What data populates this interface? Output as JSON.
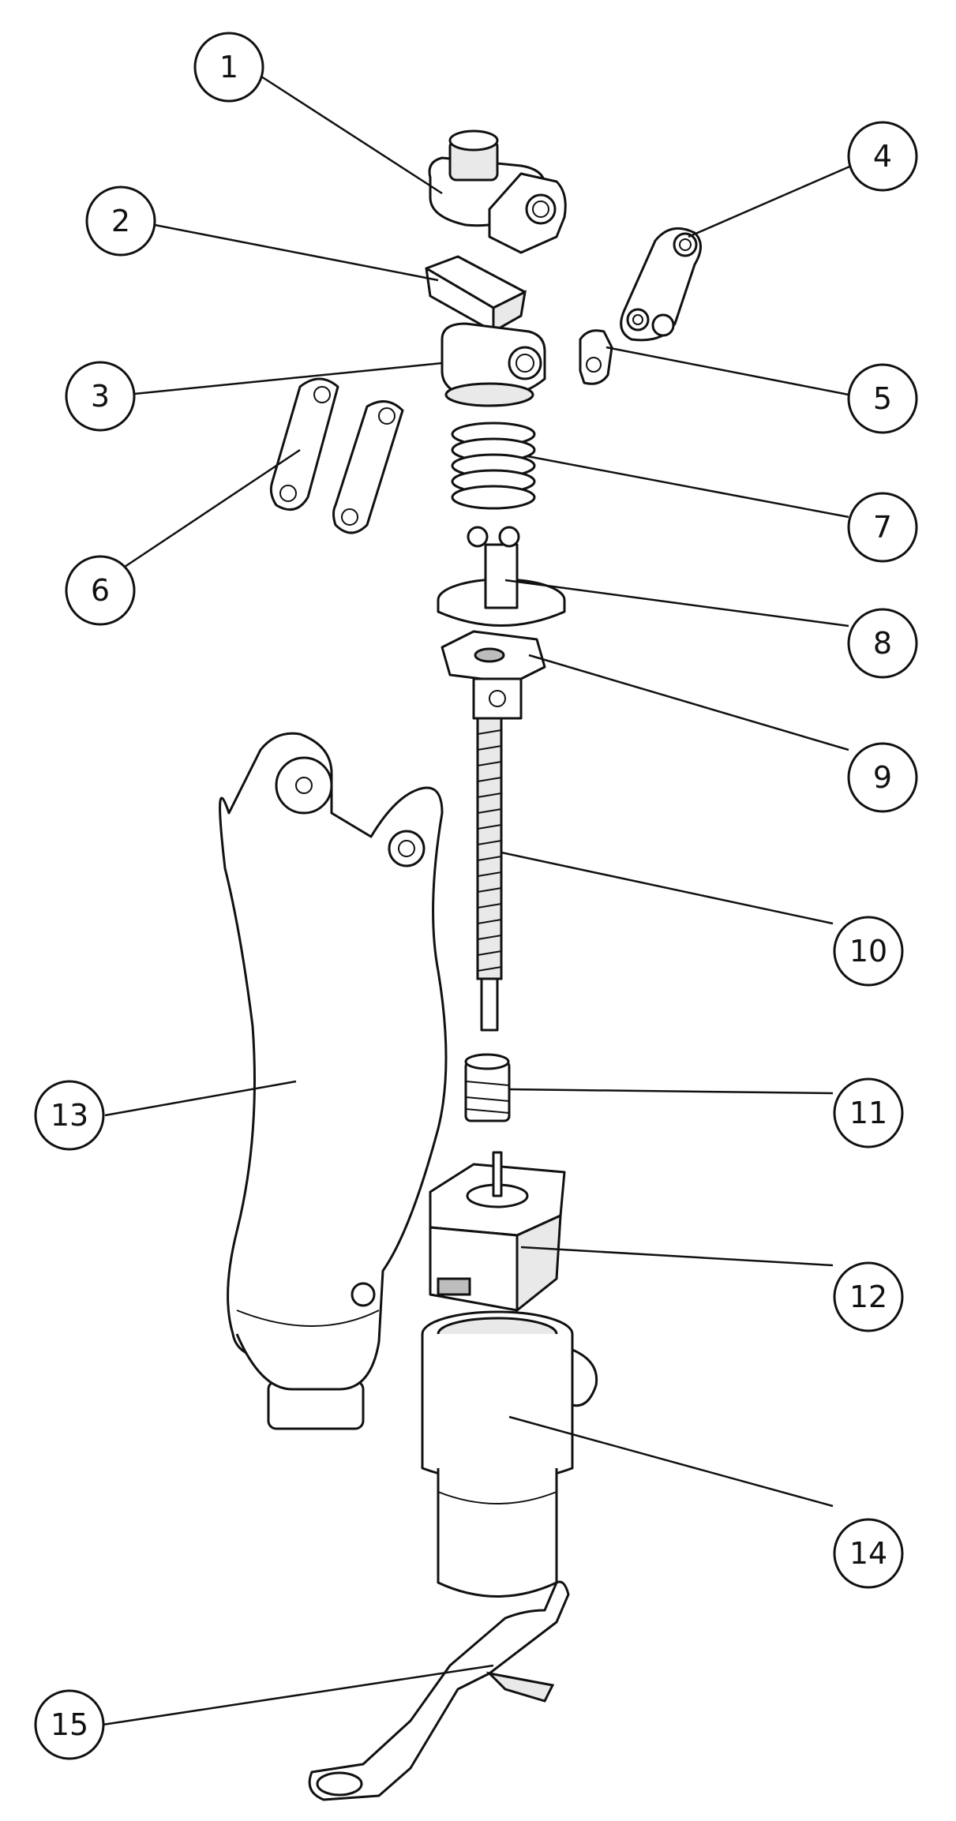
{
  "callouts": [
    {
      "label": "1"
    },
    {
      "label": "2"
    },
    {
      "label": "3"
    },
    {
      "label": "4"
    },
    {
      "label": "5"
    },
    {
      "label": "6"
    },
    {
      "label": "7"
    },
    {
      "label": "8"
    },
    {
      "label": "9"
    },
    {
      "label": "10"
    },
    {
      "label": "11"
    },
    {
      "label": "12"
    },
    {
      "label": "13"
    },
    {
      "label": "14"
    },
    {
      "label": "15"
    }
  ],
  "colors": {
    "line": "#111111",
    "background": "#ffffff",
    "shading": "#e9e9e9"
  }
}
